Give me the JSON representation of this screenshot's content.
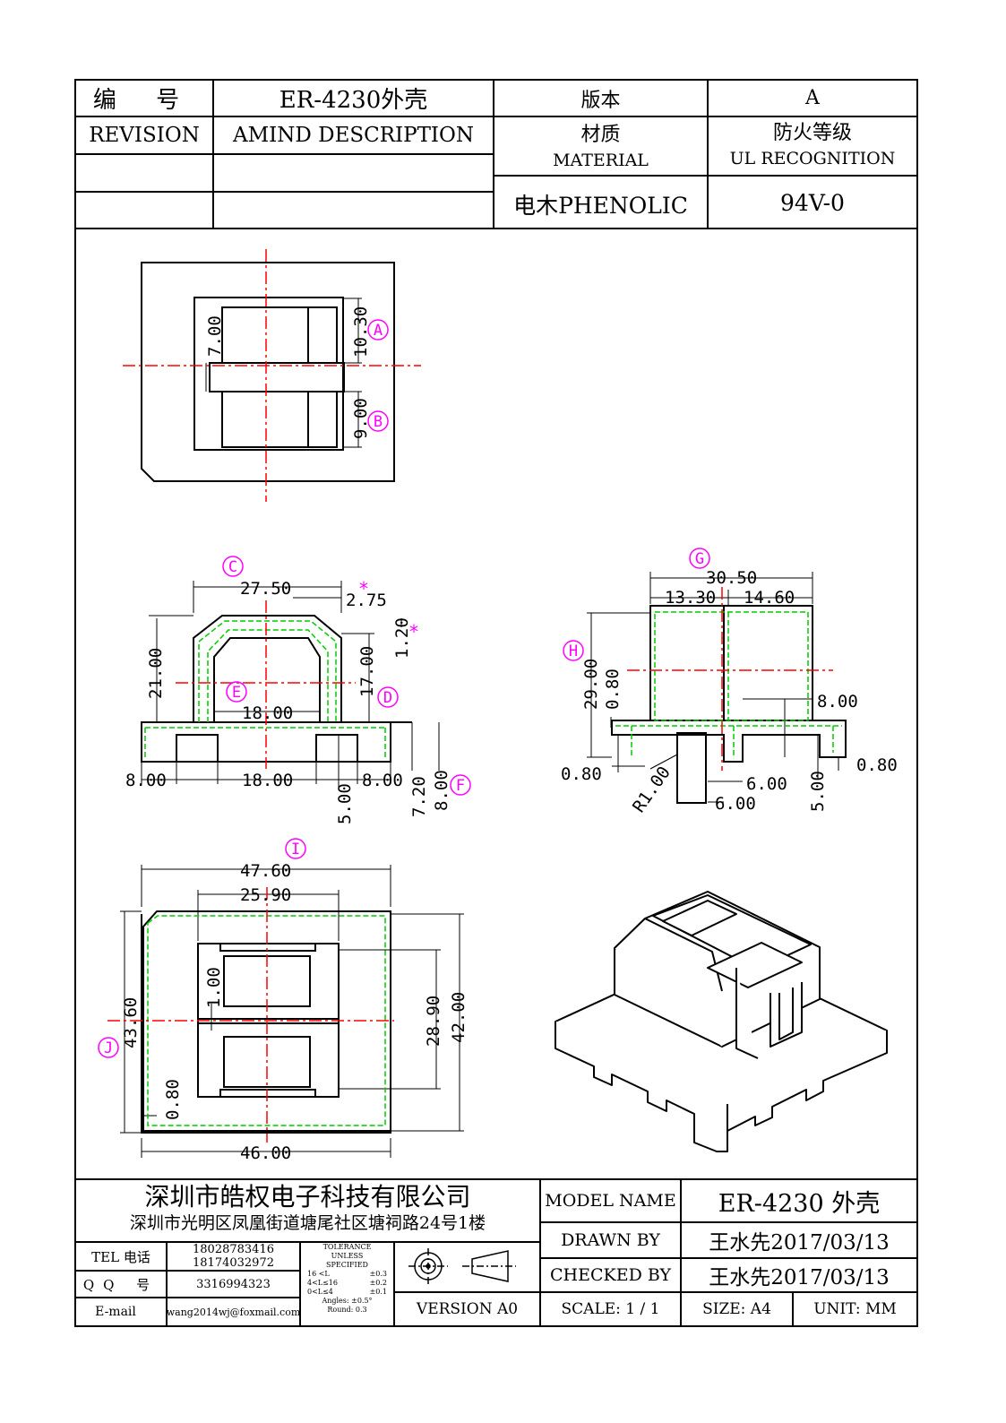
{
  "header": {
    "biaohao_label": "编 号",
    "part_title": "ER-4230外壳",
    "version_label": "版本",
    "version_value": "A",
    "revision_label": "REVISION",
    "amind_label": "AMIND DESCRIPTION",
    "material_cn": "材质",
    "material_en": "MATERIAL",
    "ul_cn": "防火等级",
    "ul_en": "UL RECOGNITION",
    "material_value": "电木PHENOLIC",
    "ul_value": "94V-0"
  },
  "drawing": {
    "callouts": [
      "A",
      "B",
      "C",
      "D",
      "E",
      "F",
      "G",
      "H",
      "I",
      "J"
    ],
    "marker": "*",
    "top_view": {
      "d1": "7.00",
      "d2": "10.30",
      "d3": "9.00"
    },
    "front_view": {
      "w1": "27.50",
      "w2": "2.75",
      "h1": "1.20",
      "h2": "21.00",
      "h3": "17.00",
      "w3": "18.00",
      "w4": "8.00",
      "w5": "18.00",
      "w6": "8.00",
      "h4": "5.00",
      "h5": "7.20",
      "h6": "8.00"
    },
    "side_view": {
      "w1": "30.50",
      "w2": "13.30",
      "w3": "14.60",
      "h1": "29.00",
      "h2": "0.80",
      "w4": "8.00",
      "t1": "0.80",
      "t2": "0.80",
      "r1": "R1.00",
      "w5": "6.00",
      "w6": "6.00",
      "h3": "5.00"
    },
    "bottom_view": {
      "w1": "47.60",
      "w2": "25.90",
      "h1": "1.00",
      "h2": "43.60",
      "h3": "28.90",
      "h4": "42.00",
      "t1": "0.80",
      "w3": "46.00"
    }
  },
  "footer": {
    "company_name": "深圳市皓权电子科技有限公司",
    "company_address": "深圳市光明区凤凰街道塘尾社区塘祠路24号1楼",
    "tel_label": "TEL 电话",
    "tel_1": "18028783416",
    "tel_2": "18174032972",
    "qq_label": "QQ 号",
    "qq_value": "3316994323",
    "email_label": "E-mail",
    "email_value": "wang2014wj@foxmail.com",
    "tol_title": "TOLERANCE",
    "tol_sub1": "UNLESS",
    "tol_sub2": "SPECIFIED",
    "tol_r1a": "16 <L",
    "tol_r1b": "±0.3",
    "tol_r2a": "4<L≤16",
    "tol_r2b": "±0.2",
    "tol_r3a": "0<L≤4",
    "tol_r3b": "±0.1",
    "tol_angles": "Angles: ±0.5°",
    "tol_round": "Round: 0.3",
    "version_text": "VERSION A0",
    "model_label": "MODEL NAME",
    "model_value": "ER-4230 外壳",
    "drawn_label": "DRAWN BY",
    "drawn_value": "王水先2017/03/13",
    "checked_label": "CHECKED BY",
    "checked_value": "王水先2017/03/13",
    "scale_text": "SCALE: 1 / 1",
    "size_text": "SIZE: A4",
    "unit_text": "UNIT: MM"
  }
}
